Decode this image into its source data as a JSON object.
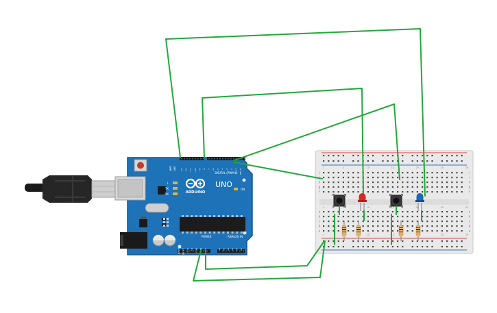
{
  "board": {
    "brand": "ARDUINO",
    "model": "UNO",
    "digital_header": "DIGITAL (PWM~)",
    "power_header": "POWER",
    "analog_header": "ANALOG IN",
    "tx_label": "TX",
    "rx_label": "RX",
    "l_label": "L",
    "on_label": "ON",
    "aref_label": "AREF",
    "gnd_label": "GND",
    "digital_pins": [
      "13",
      "12",
      "~11",
      "~10",
      "~9",
      "8",
      "7",
      "~6",
      "~5",
      "4",
      "~3",
      "2",
      "TX→1",
      "RX←0"
    ],
    "power_pins": [
      "IOREF",
      "RESET",
      "3.3V",
      "5V",
      "GND",
      "GND",
      "Vin"
    ],
    "analog_pins": [
      "A0",
      "A1",
      "A2",
      "A3",
      "A4",
      "A5"
    ]
  },
  "breadboard": {
    "row_letters_top": [
      "j",
      "i",
      "h",
      "g",
      "f"
    ],
    "row_letters_bottom": [
      "e",
      "d",
      "c",
      "b",
      "a"
    ],
    "column_numbers": [
      "1",
      "5",
      "10",
      "15",
      "20",
      "25",
      "30"
    ]
  },
  "colors": {
    "wire": "#22a83a",
    "board": "#1d72b8",
    "led_red": "#d42a2a",
    "led_blue": "#1f66b8",
    "rail_red": "#d64545",
    "rail_blue": "#3b6fbf"
  }
}
